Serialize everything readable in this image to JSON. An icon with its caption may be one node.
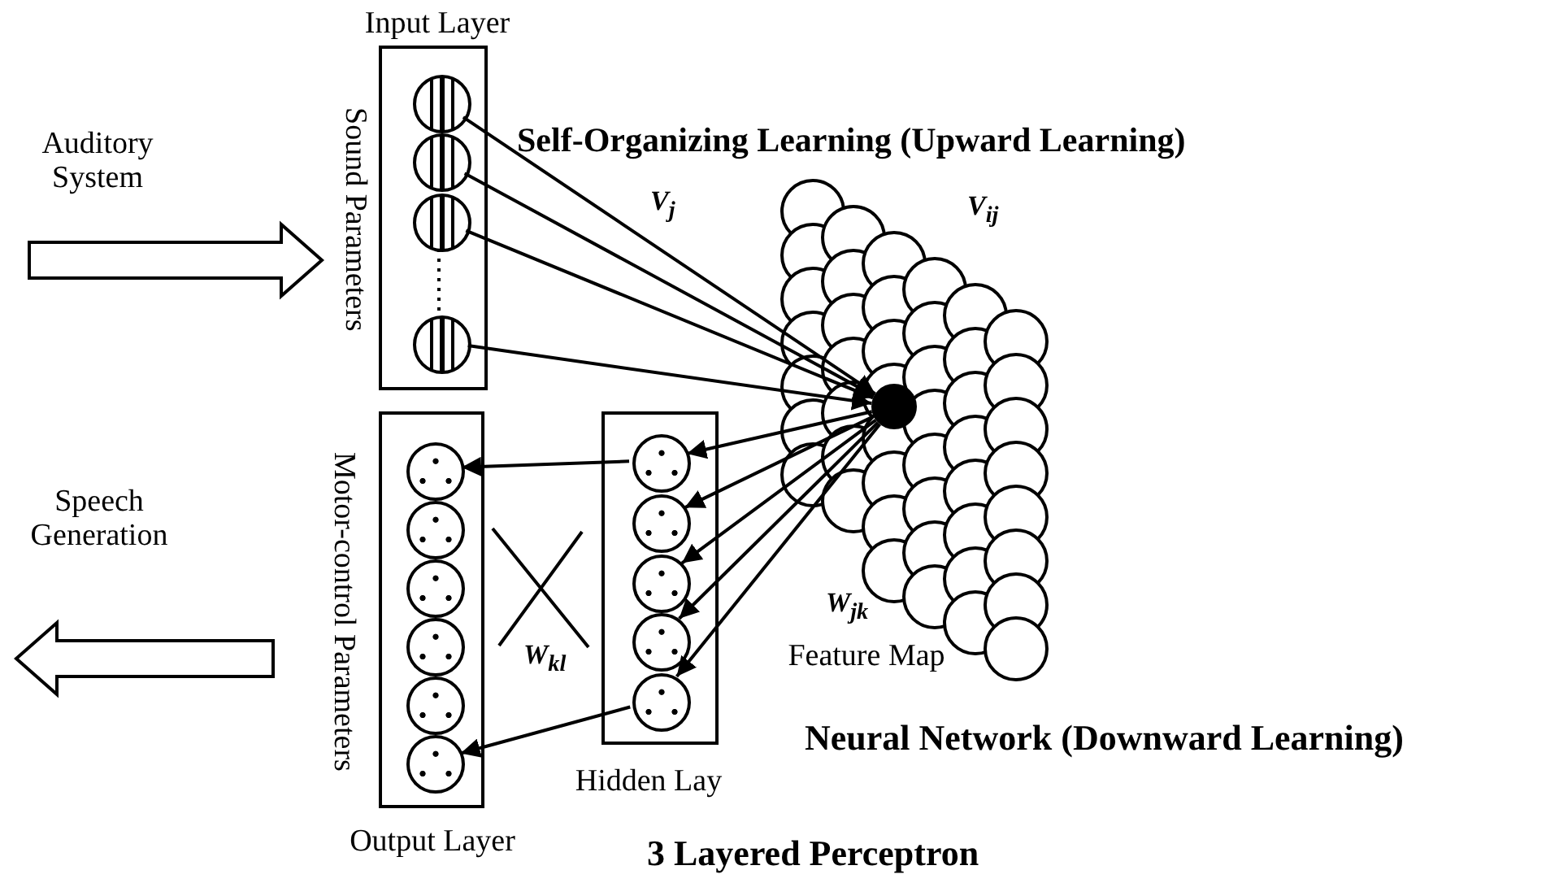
{
  "diagram": {
    "nodes": [
      {
        "text": [
          "Input Layer",
          "Sound Parameters"
        ]
      },
      {
        "text": [],
        "shape": "circle",
        "in": 0
      },
      {
        "text": [],
        "shape": "circle",
        "in": 0
      },
      {
        "text": [],
        "shape": "circle",
        "in": 0
      },
      {
        "text": [],
        "shape": "circle",
        "in": 0
      },
      {
        "text": [
          "Output Layer",
          "Motor-control Parameters"
        ]
      },
      {
        "text": [],
        "shape": "circle",
        "in": 5
      },
      {
        "text": [],
        "shape": "circle",
        "in": 5
      },
      {
        "text": [],
        "shape": "circle",
        "in": 5
      },
      {
        "text": [],
        "shape": "circle",
        "in": 5
      },
      {
        "text": [],
        "shape": "circle",
        "in": 5
      },
      {
        "text": [],
        "shape": "circle",
        "in": 5
      },
      {
        "text": [
          "Hidden Lay"
        ]
      },
      {
        "text": [],
        "shape": "circle",
        "in": 12
      },
      {
        "text": [],
        "shape": "circle",
        "in": 12
      },
      {
        "text": [],
        "shape": "circle",
        "in": 12
      },
      {
        "text": [],
        "shape": "circle",
        "in": 12
      },
      {
        "text": [],
        "shape": "circle",
        "in": 12
      },
      {
        "text": [
          "Feature Map"
        ]
      },
      {
        "text": [],
        "shape": "circle",
        "in": 18
      },
      {
        "text": [
          "Auditory System"
        ]
      },
      {
        "text": [
          "Speech Generation"
        ]
      }
    ],
    "edges": [
      {
        "from": 20,
        "to": 0,
        "arrow": "to"
      },
      {
        "from": 1,
        "to": 19,
        "arrow": "to"
      },
      {
        "from": 2,
        "to": 19,
        "arrow": "to"
      },
      {
        "from": 3,
        "to": 19,
        "arrow": "to"
      },
      {
        "from": 4,
        "to": 19,
        "arrow": "to"
      },
      {
        "from": 3,
        "to": 4,
        "arrow": "none",
        "style": "dashed"
      },
      {
        "from": 19,
        "to": 13,
        "arrow": "to"
      },
      {
        "from": 19,
        "to": 14,
        "arrow": "to"
      },
      {
        "from": 19,
        "to": 15,
        "arrow": "to"
      },
      {
        "from": 19,
        "to": 16,
        "arrow": "to"
      },
      {
        "from": 19,
        "to": 17,
        "arrow": "to"
      },
      {
        "from": 13,
        "to": 6,
        "arrow": "to"
      },
      {
        "from": 17,
        "to": 11,
        "arrow": "to"
      },
      {
        "from": 5,
        "to": 21,
        "arrow": "to"
      }
    ],
    "labels": [
      "Self-Organizing Learning (Upward Learning)",
      "V$_{j}$",
      "V$_{ij}$",
      "W$_{jk}$",
      "W$_{kl}$",
      "Neural Network (Downward Learning)",
      "3 Layered Perceptron"
    ]
  }
}
